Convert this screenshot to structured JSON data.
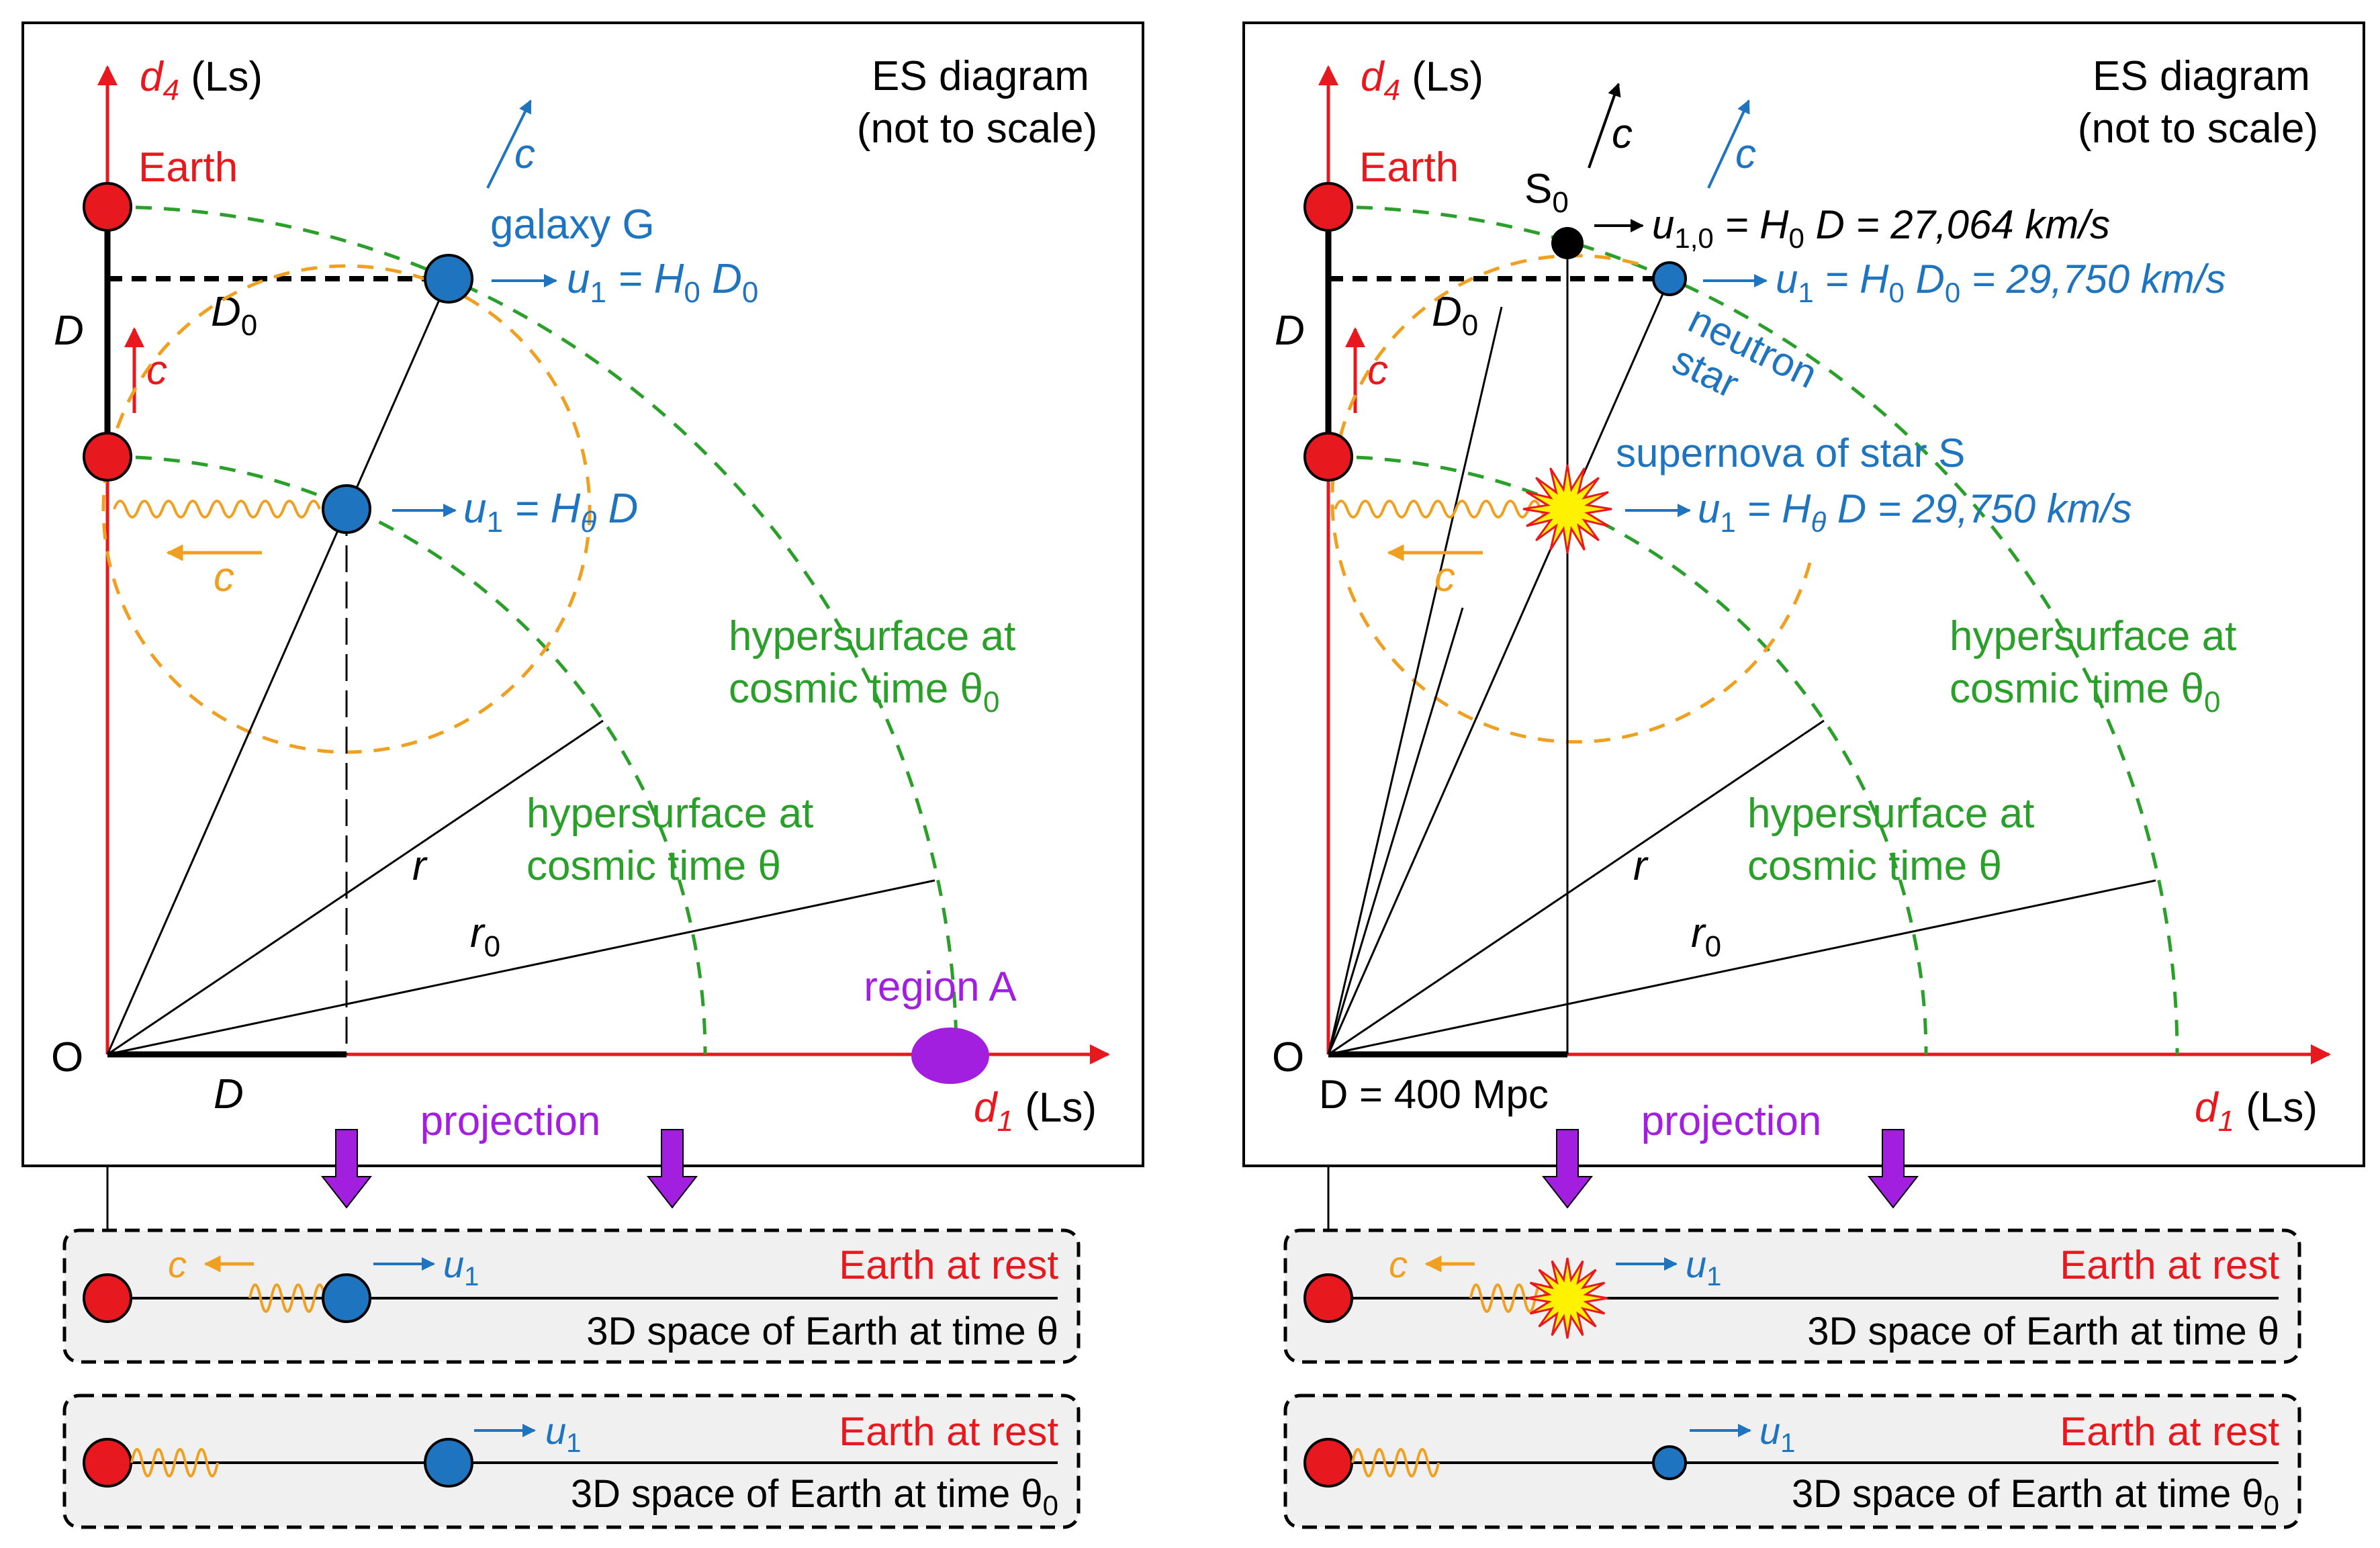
{
  "colors": {
    "red": "#e8191e",
    "blue": "#1f74c0",
    "green": "#2aa02a",
    "orange": "#f0a020",
    "purple": "#a21fe0",
    "black": "#000000",
    "panel_gray": "#f0f0f0",
    "sun_yellow": "#fff200"
  },
  "common": {
    "title_line1": "ES diagram",
    "title_line2": "(not to scale)",
    "axis_y_symbol": "d",
    "axis_y_sub": "4",
    "axis_y_unit": " (Ls)",
    "axis_x_symbol": "d",
    "axis_x_sub": "1",
    "axis_x_unit": " (Ls)",
    "origin": "O",
    "earth": "Earth",
    "c": "c",
    "D": "D",
    "D0": "D",
    "D0_sub": "0",
    "r": "r",
    "r0": "r",
    "r0_sub": "0",
    "hyper_theta0_l1": "hypersurface at",
    "hyper_theta0_l2": "cosmic time θ",
    "hyper_theta0_sub": "0",
    "hyper_theta_l1": "hypersurface at",
    "hyper_theta_l2": "cosmic time θ",
    "projection": "projection",
    "earth_at_rest": "Earth at rest",
    "space_theta": "3D space of Earth at time θ",
    "space_theta0": "3D space of Earth at time θ",
    "space_theta0_sub": "0",
    "u1": "u",
    "u1_sub": "1"
  },
  "left": {
    "galaxy_label": "galaxy G",
    "eq_top": {
      "lhs": "u",
      "lhs_sub": "1",
      "mid": " = H",
      "mid_sub": "0",
      "rhs": " D",
      "rhs_sub": "0"
    },
    "eq_mid": {
      "lhs": "u",
      "lhs_sub": "1",
      "mid": " = H",
      "mid_sub": "θ",
      "rhs": " D"
    },
    "region_label": "region A"
  },
  "right": {
    "s0_label": "S",
    "s0_sub": "0",
    "eq_s0": {
      "lhs": "u",
      "lhs_sub": "1,0",
      "mid": " = H",
      "mid_sub": "0",
      "rhs": " D = 27,064 km/s"
    },
    "eq_top": {
      "lhs": "u",
      "lhs_sub": "1",
      "mid": " = H",
      "mid_sub": "0",
      "rhs": " D",
      "rhs_sub": "0",
      "tail": " = 29,750 km/s"
    },
    "neutron_l1": "neutron",
    "neutron_l2": "star",
    "supernova_label": "supernova of star S",
    "eq_mid": {
      "lhs": "u",
      "lhs_sub": "1",
      "mid": " = H",
      "mid_sub": "θ",
      "rhs": " D = 29,750 km/s"
    },
    "distance_label": "D = 400 Mpc"
  }
}
